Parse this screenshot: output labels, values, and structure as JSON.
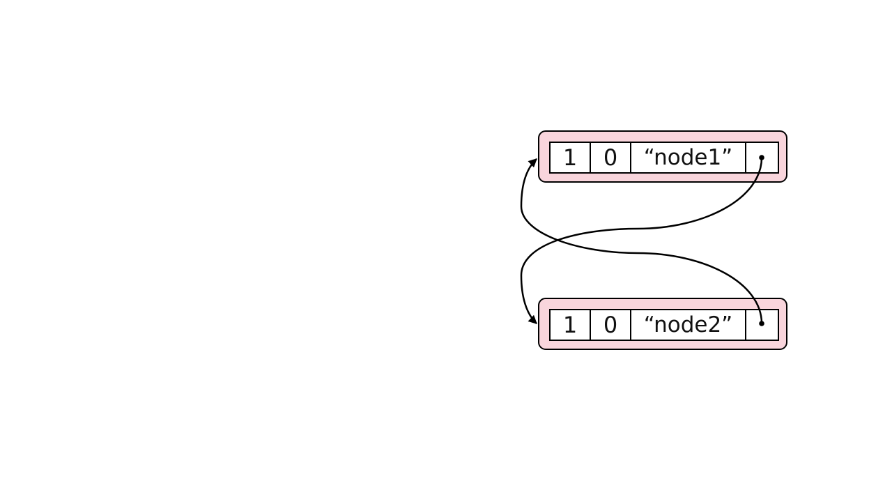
{
  "nodes": [
    {
      "id": "node1",
      "field_a": "1",
      "field_b": "0",
      "name": "“node1”",
      "pointer": ""
    },
    {
      "id": "node2",
      "field_a": "1",
      "field_b": "0",
      "name": "“node2”",
      "pointer": ""
    }
  ],
  "colors": {
    "node_fill": "#f9d5dc",
    "stroke": "#000000"
  }
}
